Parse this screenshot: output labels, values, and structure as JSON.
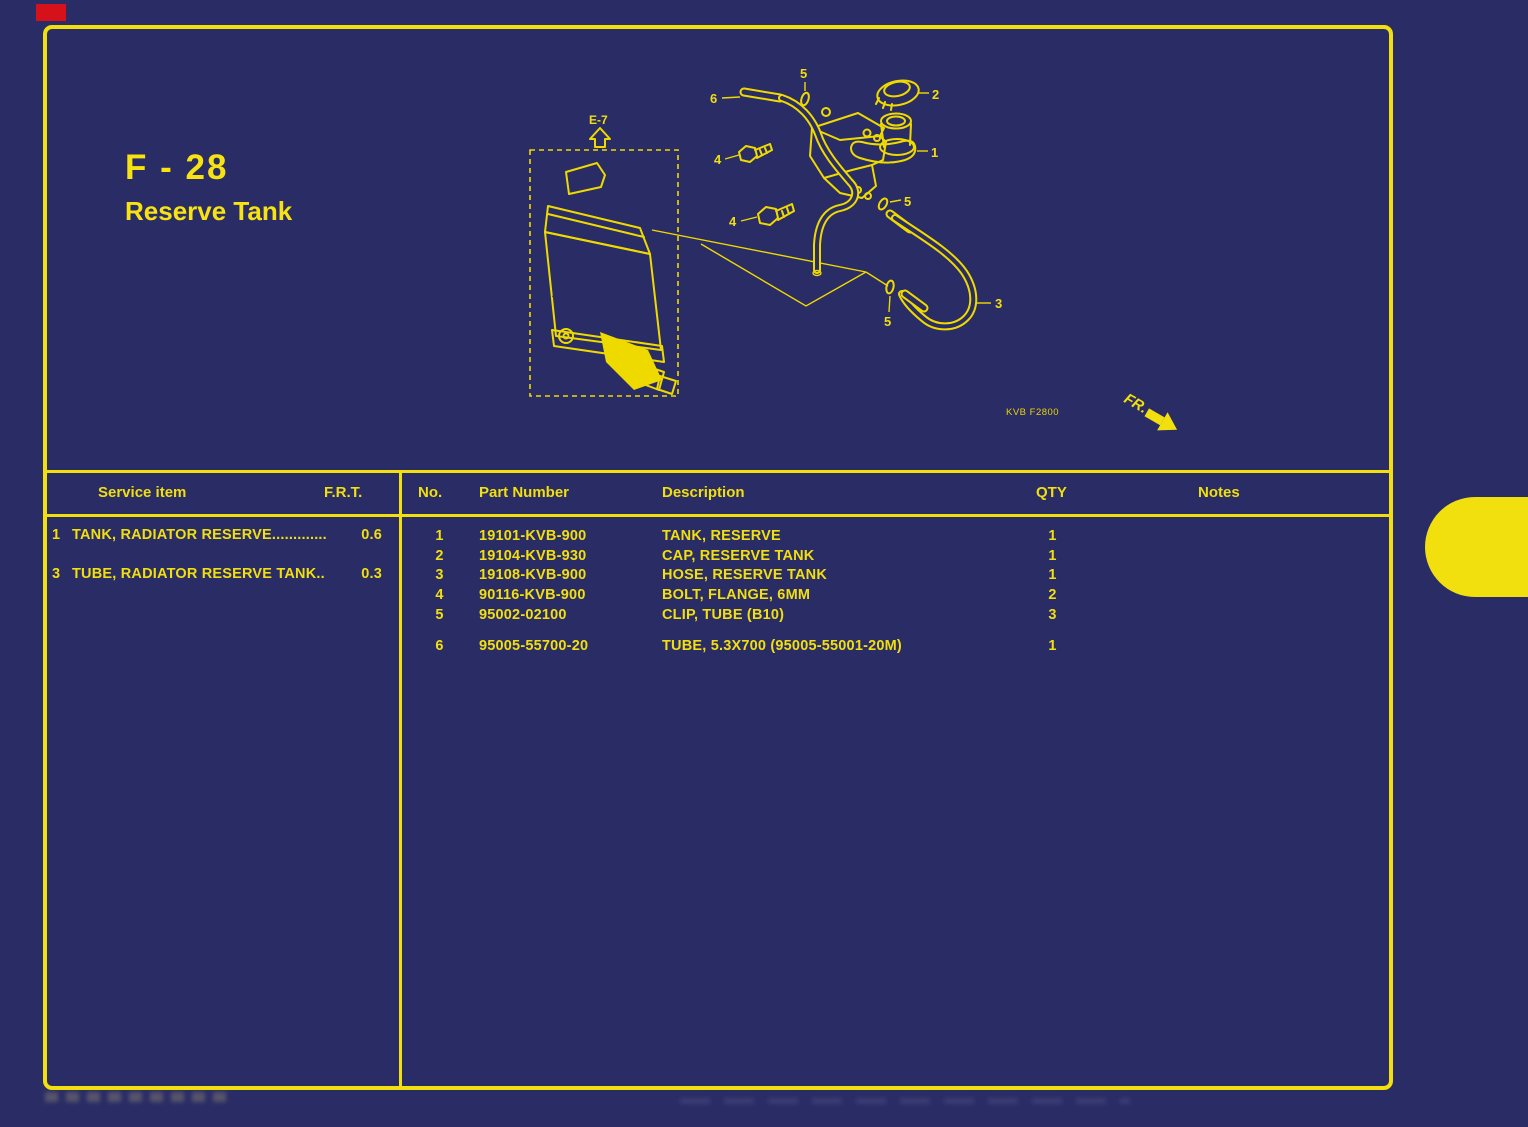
{
  "page": {
    "code": "F - 28",
    "title": "Reserve Tank"
  },
  "diagram": {
    "ref": "E-7",
    "drawing_code": "KVB F2800",
    "fr": "FR.",
    "labels": {
      "l1": "1",
      "l2": "2",
      "l3": "3",
      "l4": "4",
      "l5": "5",
      "l6": "6"
    }
  },
  "service_table": {
    "header_item": "Service item",
    "header_frt": "F.R.T.",
    "rows": [
      {
        "no": "1",
        "name": "TANK, RADIATOR RESERVE.............",
        "frt": "0.6"
      },
      {
        "no": "3",
        "name": "TUBE, RADIATOR RESERVE TANK..",
        "frt": "0.3"
      }
    ]
  },
  "parts_table": {
    "header_no": "No.",
    "header_pn": "Part Number",
    "header_desc": "Description",
    "header_qty": "QTY",
    "header_notes": "Notes",
    "rows": [
      {
        "no": "1",
        "pn": "19101-KVB-900",
        "desc": "TANK, RESERVE",
        "qty": "1",
        "notes": ""
      },
      {
        "no": "2",
        "pn": "19104-KVB-930",
        "desc": "CAP, RESERVE TANK",
        "qty": "1",
        "notes": ""
      },
      {
        "no": "3",
        "pn": "19108-KVB-900",
        "desc": "HOSE, RESERVE TANK",
        "qty": "1",
        "notes": ""
      },
      {
        "no": "4",
        "pn": "90116-KVB-900",
        "desc": "BOLT, FLANGE, 6MM",
        "qty": "2",
        "notes": ""
      },
      {
        "no": "5",
        "pn": "95002-02100",
        "desc": "CLIP, TUBE (B10)",
        "qty": "3",
        "notes": ""
      },
      {
        "no": "6",
        "pn": "95005-55700-20",
        "desc": "TUBE, 5.3X700 (95005-55001-20M)",
        "qty": "1",
        "notes": ""
      }
    ]
  },
  "colors": {
    "background": "#2A2C65",
    "accent": "#F2DF0E",
    "marker_red": "#D6111A"
  }
}
